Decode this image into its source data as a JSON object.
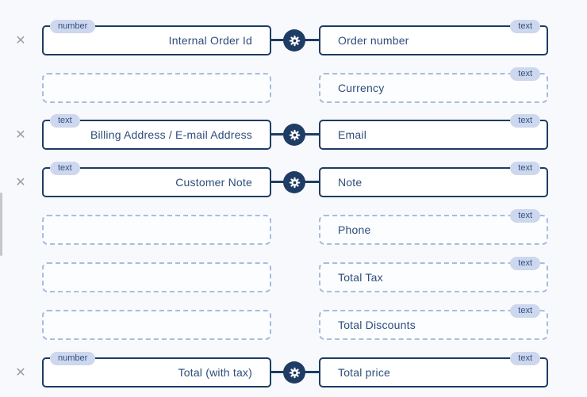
{
  "panel": {
    "name": "field-mapping"
  },
  "icons": {
    "close": "✕",
    "gear": "gear-cog"
  },
  "colors": {
    "navy": "#1e3c64",
    "field_text": "#2e4d7c",
    "badge_bg": "#cdd7ee",
    "badge_text": "#33517e",
    "dashed_border": "#a9bcdf",
    "background": "#f8f9fd",
    "close_gray": "#9e9ea1"
  },
  "rows": [
    {
      "mapped": true,
      "source": {
        "type": "number",
        "label": "Internal Order Id"
      },
      "target": {
        "type": "text",
        "label": "Order number"
      }
    },
    {
      "mapped": false,
      "source": {
        "type": "",
        "label": ""
      },
      "target": {
        "type": "text",
        "label": "Currency"
      }
    },
    {
      "mapped": true,
      "source": {
        "type": "text",
        "label": "Billing Address / E-mail Address"
      },
      "target": {
        "type": "text",
        "label": "Email"
      }
    },
    {
      "mapped": true,
      "source": {
        "type": "text",
        "label": "Customer Note"
      },
      "target": {
        "type": "text",
        "label": "Note"
      }
    },
    {
      "mapped": false,
      "source": {
        "type": "",
        "label": ""
      },
      "target": {
        "type": "text",
        "label": "Phone"
      }
    },
    {
      "mapped": false,
      "source": {
        "type": "",
        "label": ""
      },
      "target": {
        "type": "text",
        "label": "Total Tax"
      }
    },
    {
      "mapped": false,
      "source": {
        "type": "",
        "label": ""
      },
      "target": {
        "type": "text",
        "label": "Total Discounts"
      }
    },
    {
      "mapped": true,
      "source": {
        "type": "number",
        "label": "Total (with tax)"
      },
      "target": {
        "type": "text",
        "label": "Total price"
      }
    }
  ]
}
